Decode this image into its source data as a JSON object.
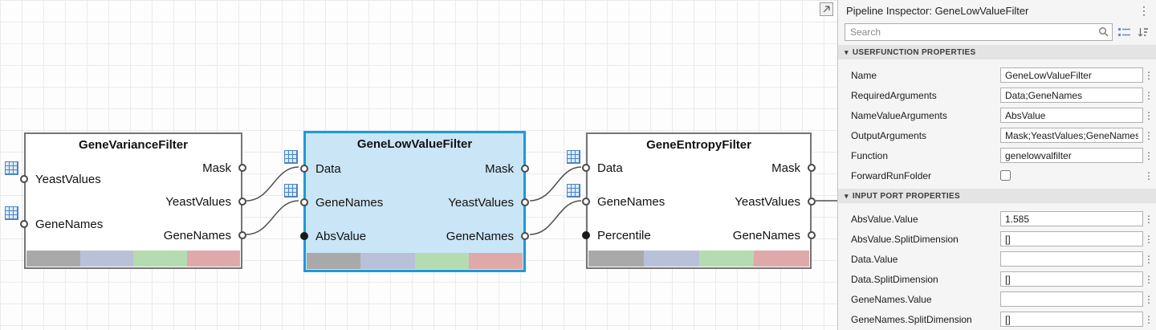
{
  "icons": {
    "kebab": "⋮",
    "section_collapse": "▾"
  },
  "canvas": {
    "selection_color": "#1d9ad8",
    "status_strip_colors": [
      "#a9a9a9",
      "#b9c1d9",
      "#b5dbb0",
      "#dfa9a9"
    ],
    "blocks": [
      {
        "title": "GeneVarianceFilter",
        "inputs": [
          {
            "label": "YeastValues"
          },
          {
            "label": "GeneNames"
          }
        ],
        "outputs": [
          "Mask",
          "YeastValues",
          "GeneNames"
        ]
      },
      {
        "title": "GeneLowValueFilter",
        "inputs": [
          {
            "label": "Data"
          },
          {
            "label": "GeneNames"
          },
          {
            "label": "AbsValue"
          }
        ],
        "outputs": [
          "Mask",
          "YeastValues",
          "GeneNames"
        ]
      },
      {
        "title": "GeneEntropyFilter",
        "inputs": [
          {
            "label": "Data"
          },
          {
            "label": "GeneNames"
          },
          {
            "label": "Percentile"
          }
        ],
        "outputs": [
          "Mask",
          "YeastValues",
          "GeneNames"
        ]
      }
    ]
  },
  "inspector": {
    "title": "Pipeline Inspector: GeneLowValueFilter",
    "search_placeholder": "Search",
    "sections": [
      {
        "title": "USERFUNCTION PROPERTIES",
        "rows": [
          {
            "label": "Name",
            "value": "GeneLowValueFilter"
          },
          {
            "label": "RequiredArguments",
            "value": "Data;GeneNames"
          },
          {
            "label": "NameValueArguments",
            "value": "AbsValue"
          },
          {
            "label": "OutputArguments",
            "value": "Mask;YeastValues;GeneNames"
          },
          {
            "label": "Function",
            "value": "genelowvalfilter"
          },
          {
            "label": "ForwardRunFolder",
            "checkbox": true,
            "checked": false
          }
        ]
      },
      {
        "title": "INPUT PORT PROPERTIES",
        "rows": [
          {
            "label": "AbsValue.Value",
            "value": "1.585"
          },
          {
            "label": "AbsValue.SplitDimension",
            "value": "[]"
          },
          {
            "label": "Data.Value",
            "value": ""
          },
          {
            "label": "Data.SplitDimension",
            "value": "[]"
          },
          {
            "label": "GeneNames.Value",
            "value": ""
          },
          {
            "label": "GeneNames.SplitDimension",
            "value": "[]"
          }
        ]
      }
    ]
  }
}
